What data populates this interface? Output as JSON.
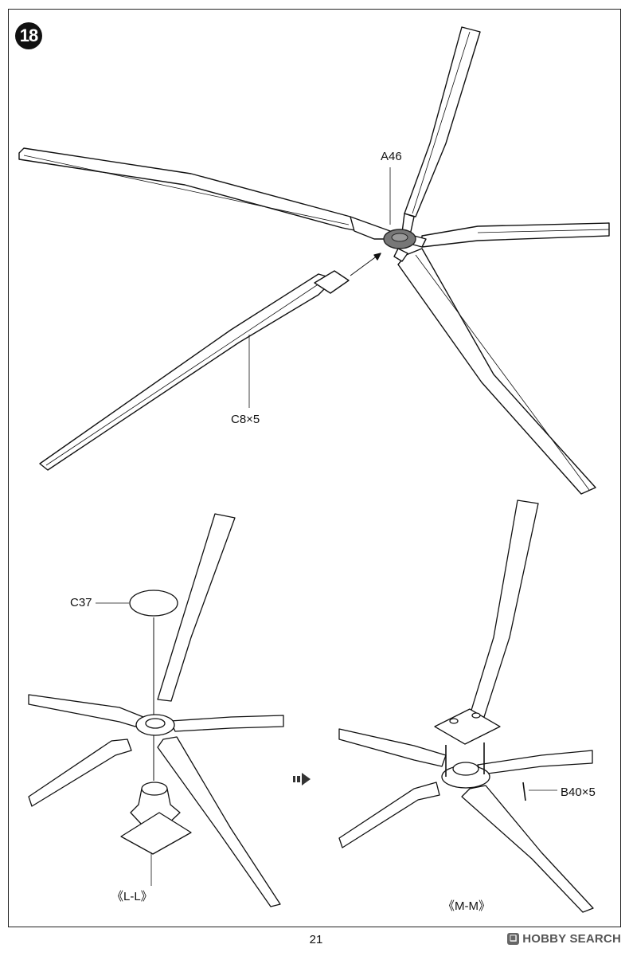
{
  "step": {
    "number": "18"
  },
  "labels": {
    "hub_part": "A46",
    "blade_part": "C8×5",
    "cap_part": "C37",
    "bolt_part": "B40×5"
  },
  "views": {
    "left": "《L-L》",
    "right": "《M-M》"
  },
  "footer": {
    "page_number": "21",
    "watermark": "HOBBY SEARCH"
  }
}
